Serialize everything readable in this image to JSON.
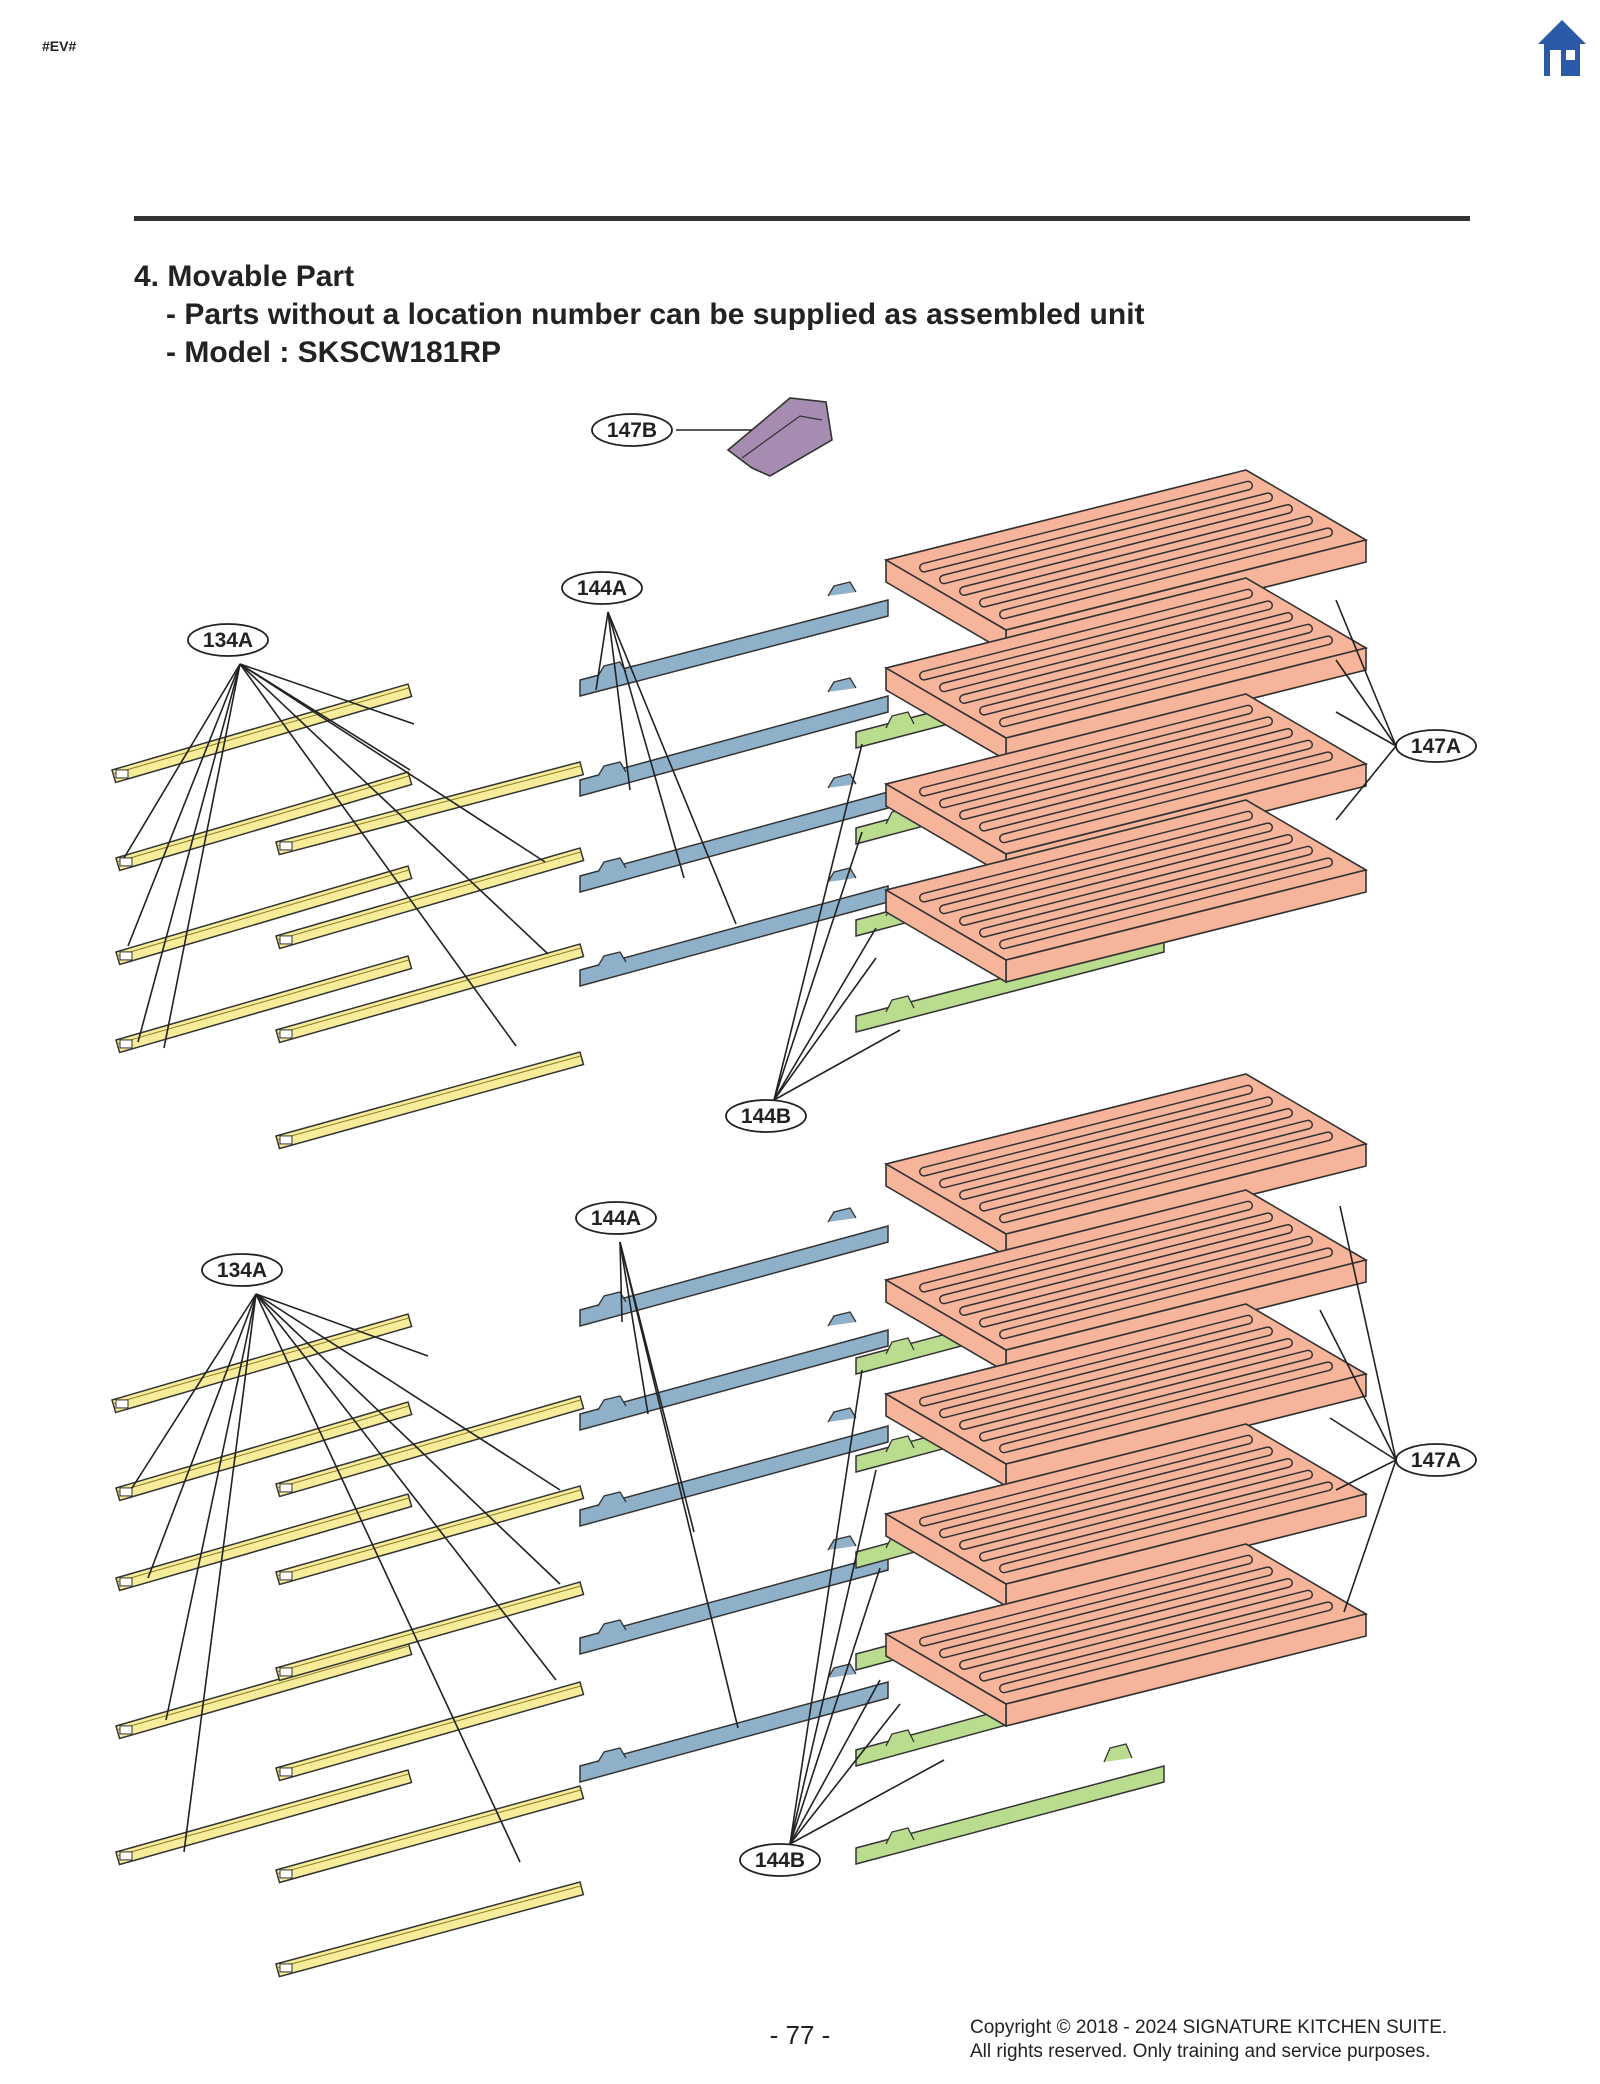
{
  "header": {
    "tag": "#EV#",
    "home_icon": "home-icon"
  },
  "section": {
    "title": "4. Movable Part",
    "notes": [
      "- Parts without a location number can be supplied as assembled unit",
      "- Model : SKSCW181RP"
    ]
  },
  "labels": {
    "l147b": "147B",
    "l144a_top": "144A",
    "l134a_top": "134A",
    "l147a_top": "147A",
    "l144b_top": "144B",
    "l144a_bot": "144A",
    "l134a_bot": "134A",
    "l147a_bot": "147A",
    "l144b_bot": "144B"
  },
  "colors": {
    "slide": "#f7ec9a",
    "bracket": "#8fb0c9",
    "rail": "#b9dc8f",
    "shelf": "#f6b49a",
    "clip": "#a58cb0",
    "home": "#2a5aa8"
  },
  "footer": {
    "page_number": "- 77 -",
    "copyright_line1": "Copyright © 2018 - 2024 SIGNATURE KITCHEN SUITE.",
    "copyright_line2": "All rights reserved. Only training and service purposes."
  }
}
